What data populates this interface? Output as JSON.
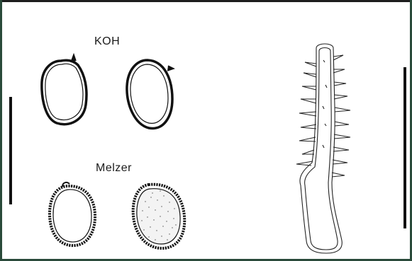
{
  "labels": {
    "koh": "KOH",
    "melzer": "Melzer"
  },
  "colors": {
    "background": "#ffffff",
    "ink": "#111111",
    "frame_top": "#1e1e1e",
    "frame_side": "#2a4a3a"
  },
  "figures": [
    {
      "name": "koh-spore-left",
      "type": "spore-outline"
    },
    {
      "name": "koh-spore-right",
      "type": "spore-outline"
    },
    {
      "name": "melzer-spore-left",
      "type": "ornamented-spore"
    },
    {
      "name": "melzer-spore-right",
      "type": "ornamented-spore-stippled"
    },
    {
      "name": "cystidium",
      "type": "hair-like-cystidium"
    }
  ],
  "scale_bars": [
    "left-scale-bar",
    "right-scale-bar"
  ]
}
